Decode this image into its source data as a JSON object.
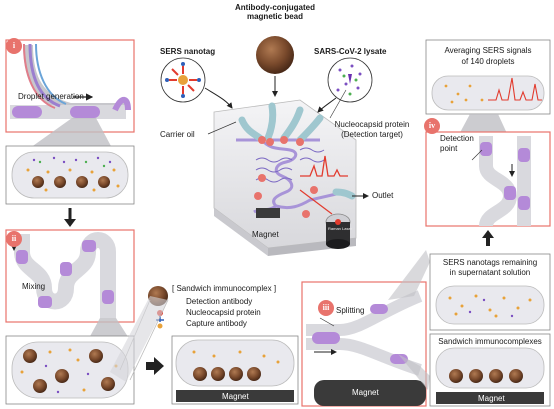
{
  "center": {
    "bead_title": "Antibody-conjugated\nmagnetic bead",
    "nanotag_title": "SERS nanotag",
    "lysate_title": "SARS-CoV-2 lysate",
    "carrier_oil": "Carrier oil",
    "target_line1": "Nucleocapsid protein",
    "target_line2": "(Detection target)",
    "outlet": "Outlet",
    "magnet": "Magnet",
    "laser": "Raman Laser"
  },
  "panel_i": {
    "badge": "i",
    "label": "Droplet generation"
  },
  "panel_ii": {
    "badge": "ii",
    "label": "Mixing",
    "legend_title": "[ Sandwich immunocomplex ]",
    "legend_items": [
      "Detection antibody",
      "Nucleocapsid protein",
      "Capture antibody"
    ],
    "magnet": "Magnet"
  },
  "panel_iii": {
    "badge": "iii",
    "label": "Splitting",
    "magnet": "Magnet",
    "upper_label_line1": "SERS nanotags remaining",
    "upper_label_line2": "in supernatant solution",
    "lower_label": "Sandwich immunocomplexes",
    "lower_magnet": "Magnet"
  },
  "panel_iv": {
    "badge": "iv",
    "avg_line1": "Averaging SERS signals",
    "avg_line2": "of 140 droplets",
    "detection_line1": "Detection",
    "detection_line2": "point"
  },
  "colors": {
    "panel_border": "#e8736c",
    "droplet_purple": "#b48ad8",
    "magnet_dark": "#3a3a3a",
    "spectrum_red": "#e23b2e"
  }
}
